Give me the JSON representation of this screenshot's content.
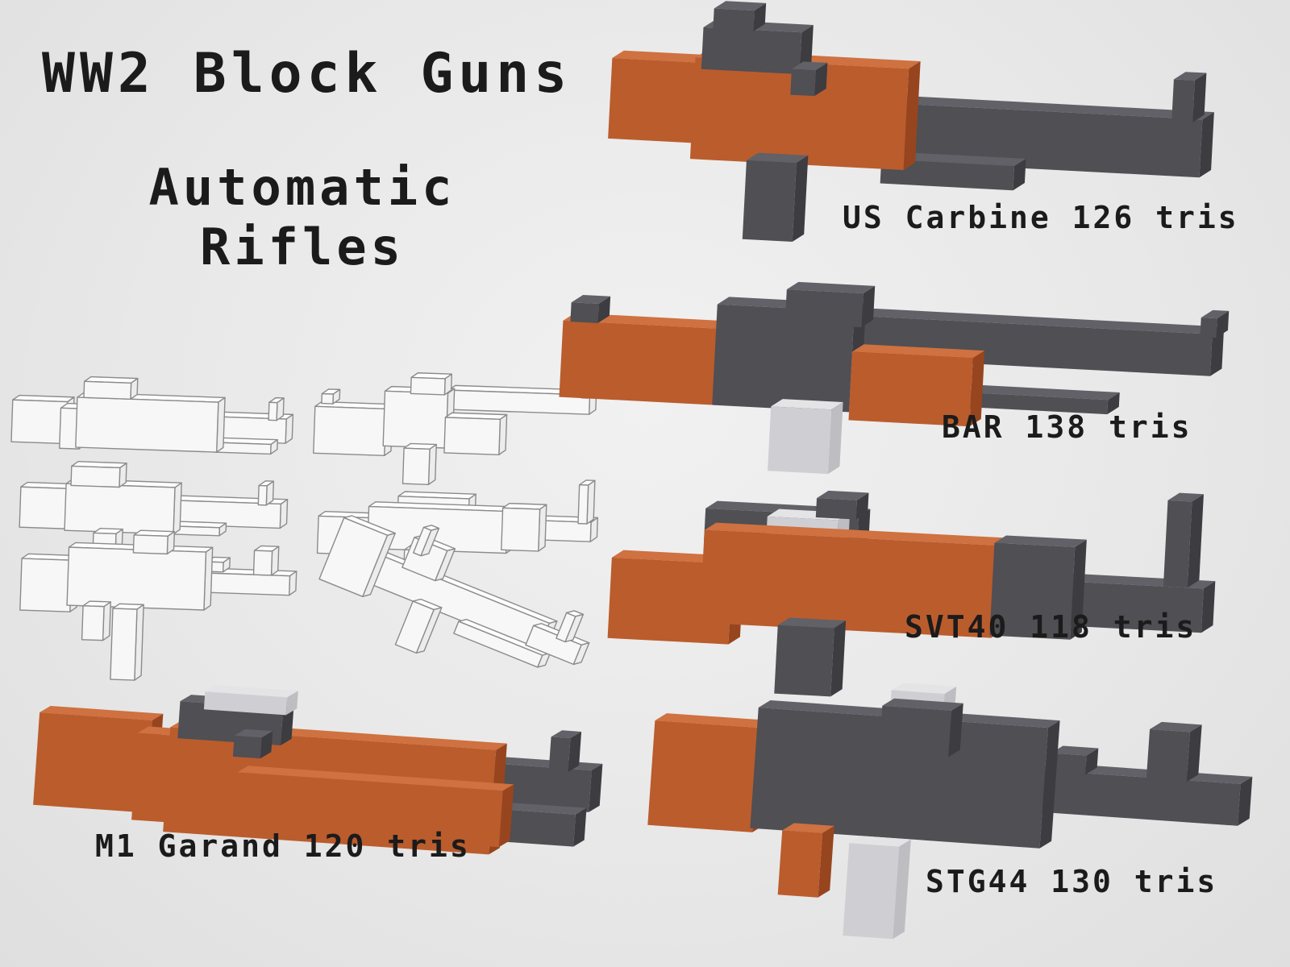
{
  "title": "WW2 Block Guns",
  "subtitle_line1": "Automatic",
  "subtitle_line2": "Rifles",
  "models": [
    {
      "id": "us-carbine",
      "name": "US Carbine",
      "tris": 126,
      "label": "US Carbine 126 tris"
    },
    {
      "id": "bar",
      "name": "BAR",
      "tris": 138,
      "label": "BAR 138 tris"
    },
    {
      "id": "svt40",
      "name": "SVT40",
      "tris": 118,
      "label": "SVT40 118 tris"
    },
    {
      "id": "m1-garand",
      "name": "M1 Garand",
      "tris": 120,
      "label": "M1 Garand 120 tris"
    },
    {
      "id": "stg44",
      "name": "STG44",
      "tris": 130,
      "label": "STG44 130 tris"
    }
  ],
  "wireframe_gallery": {
    "thumbnail_count": 6
  },
  "colors": {
    "background": "#e8e8e8",
    "text": "#1b1b1b",
    "wood": "#bb5c2d",
    "wood_light": "#cf7140",
    "wood_dark": "#97451f",
    "metal": "#4f4f54",
    "metal_light": "#616167",
    "metal_dark": "#3c3c41",
    "light": "#cfcfd3",
    "light_top": "#e4e4e7",
    "light_side": "#bdbdc2",
    "wire_fill": "#f7f7f7",
    "wire_stroke": "#8b8b8b"
  }
}
